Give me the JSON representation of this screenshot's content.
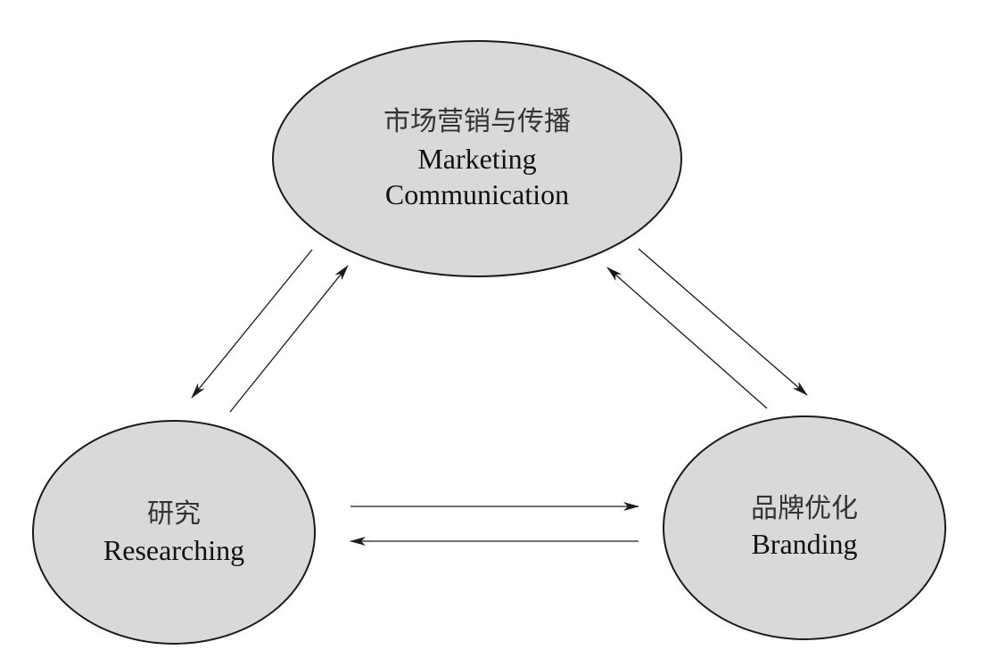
{
  "colors": {
    "node_fill": "#d9d9d9",
    "stroke": "#1a1a1a"
  },
  "nodes": {
    "marketing": {
      "label_cn": "市场营销与传播",
      "label_en_line1": "Marketing",
      "label_en_line2": "Communication"
    },
    "research": {
      "label_cn": "研究",
      "label_en": "Researching"
    },
    "branding": {
      "label_cn": "品牌优化",
      "label_en": "Branding"
    }
  },
  "edges": [
    {
      "from": "marketing",
      "to": "research"
    },
    {
      "from": "research",
      "to": "marketing"
    },
    {
      "from": "marketing",
      "to": "branding"
    },
    {
      "from": "branding",
      "to": "marketing"
    },
    {
      "from": "research",
      "to": "branding"
    },
    {
      "from": "branding",
      "to": "research"
    }
  ]
}
